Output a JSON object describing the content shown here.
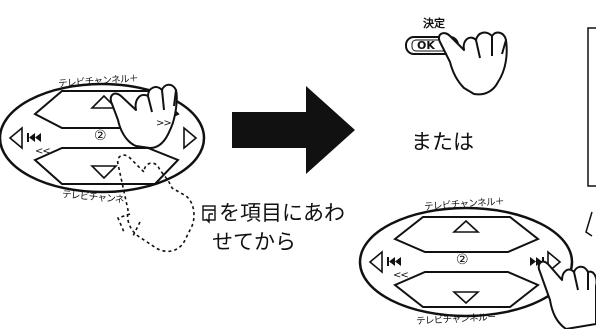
{
  "remote_left": {
    "ch_up_label": "テレビチャンネル＋",
    "ch_down_label": "テレビチャンネ",
    "center_number": "②",
    "prev_label": "<<",
    "next_label": ">>"
  },
  "arrow_icon": "right-arrow-icon",
  "ok_area": {
    "label": "決定",
    "button_text": "OK"
  },
  "or_text": "または",
  "instruction": {
    "prefix_icon": "cursor-item-icon",
    "line1": "を項目にあわ",
    "line2": "せてから"
  },
  "remote_right": {
    "ch_up_label": "テレビチャンネル＋",
    "ch_down_label": "テレビチャンネル－",
    "center_number": "②",
    "prev_label": "<<"
  }
}
